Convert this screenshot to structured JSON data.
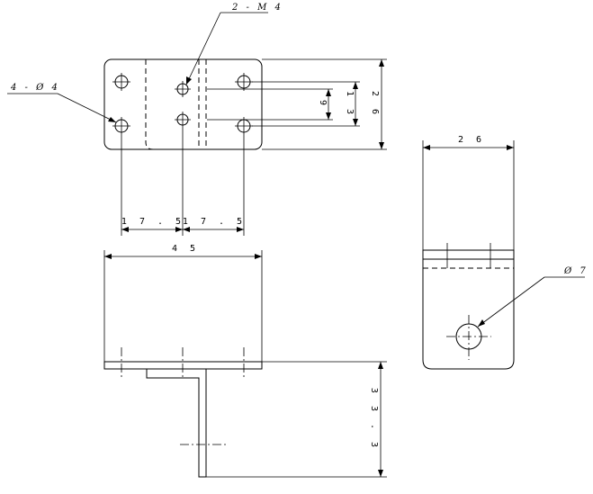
{
  "labels": {
    "tapped_holes": "2 - M 4",
    "mounting_holes": "4 - Ø 4",
    "side_hole": "Ø 7"
  },
  "dimensions": {
    "hole_pitch_left": "1 7 . 5",
    "hole_pitch_right": "1 7 . 5",
    "overall_length": "4 5",
    "side_width": "2 6",
    "overall_width": "2 6",
    "hole_span": "1 3",
    "tapped_spacing": "9",
    "height": "3 3 . 3"
  }
}
